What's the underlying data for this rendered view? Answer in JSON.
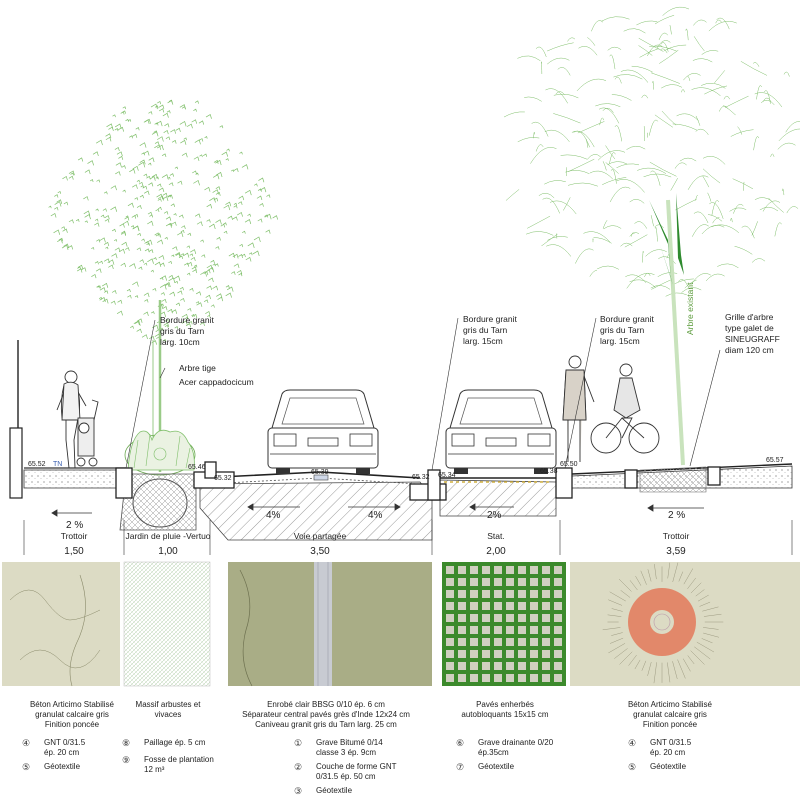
{
  "colors": {
    "tree": "#7fbf6a",
    "tree_dark": "#2e8a2e",
    "concrete_beige": "#dcdbc4",
    "lawn_green": "#a9ad86",
    "grass_grid": "#3c8a2c",
    "grid_bg": "#d0d0c0",
    "tree_grate": "#e2886a",
    "kerb_blue": "#3a5fb0"
  },
  "annotations": {
    "bordure1": [
      "Bordure granit",
      "gris du Tarn",
      "larg. 10cm"
    ],
    "bordure2": [
      "Bordure granit",
      "gris du Tarn",
      "larg. 15cm"
    ],
    "bordure3": [
      "Bordure granit",
      "gris du Tarn",
      "larg. 15cm"
    ],
    "grille": [
      "Grille d'arbre",
      "type galet de",
      "SINEUGRAFF",
      "diam 120 cm"
    ],
    "arbre_tige": [
      "Arbre tige",
      "Acer cappadocicum"
    ],
    "arbre_existant": "Arbre existant"
  },
  "levels": {
    "l1": "65.52",
    "tn": "TN",
    "l2": "65.46",
    "l3": "65.32",
    "l4": "65.39",
    "l5": "65.32",
    "l6": "65.34",
    "l7": "65.38",
    "l8": "65.50",
    "l9": "65.57"
  },
  "slopes": {
    "s1": "2 %",
    "s2": "4%",
    "s3": "4%",
    "s4": "2%",
    "s5": "2 %"
  },
  "zones": {
    "names": [
      "Trottoir",
      "Jardin de pluie -Vertuo",
      "Voie partagée",
      "Stat.",
      "Trottoir"
    ],
    "widths": [
      "1,50",
      "1,00",
      "3,50",
      "2,00",
      "3,59"
    ]
  },
  "captions": {
    "c1": [
      "Béton Articimo Stabilisé",
      "granulat calcaire gris",
      "Finition poncée"
    ],
    "c2": [
      "Massif arbustes et",
      "vivaces"
    ],
    "c3": [
      "Enrobé clair BBSG 0/10 ép. 6 cm",
      "Séparateur central pavés grès d'Inde 12x24 cm",
      "Caniveau granit gris du Tarn larg. 25 cm"
    ],
    "c4": [
      "Pavés enherbés",
      "autobloquants 15x15 cm"
    ],
    "c5": [
      "Béton Articimo Stabilisé",
      "granulat calcaire gris",
      "Finition poncée"
    ]
  },
  "materials": {
    "col1": [
      {
        "num": "4",
        "lines": [
          "GNT 0/31.5",
          "ép. 20 cm"
        ]
      },
      {
        "num": "5",
        "lines": [
          "Géotextile"
        ]
      }
    ],
    "col2": [
      {
        "num": "8",
        "lines": [
          "Paillage ép. 5 cm"
        ]
      },
      {
        "num": "9",
        "lines": [
          "Fosse de plantation",
          "12 m³"
        ]
      }
    ],
    "col3": [
      {
        "num": "1",
        "lines": [
          "Grave Bitumé 0/14",
          "classe 3 ép. 9cm"
        ]
      },
      {
        "num": "2",
        "lines": [
          "Couche de forme GNT",
          "0/31.5 ép. 50 cm"
        ]
      },
      {
        "num": "3",
        "lines": [
          "Géotextile"
        ]
      }
    ],
    "col4": [
      {
        "num": "6",
        "lines": [
          "Grave drainante 0/20",
          "ép.35cm"
        ]
      },
      {
        "num": "7",
        "lines": [
          "Géotextile"
        ]
      }
    ],
    "col5": [
      {
        "num": "4",
        "lines": [
          "GNT 0/31.5",
          "ép. 20 cm"
        ]
      },
      {
        "num": "5",
        "lines": [
          "Géotextile"
        ]
      }
    ]
  }
}
